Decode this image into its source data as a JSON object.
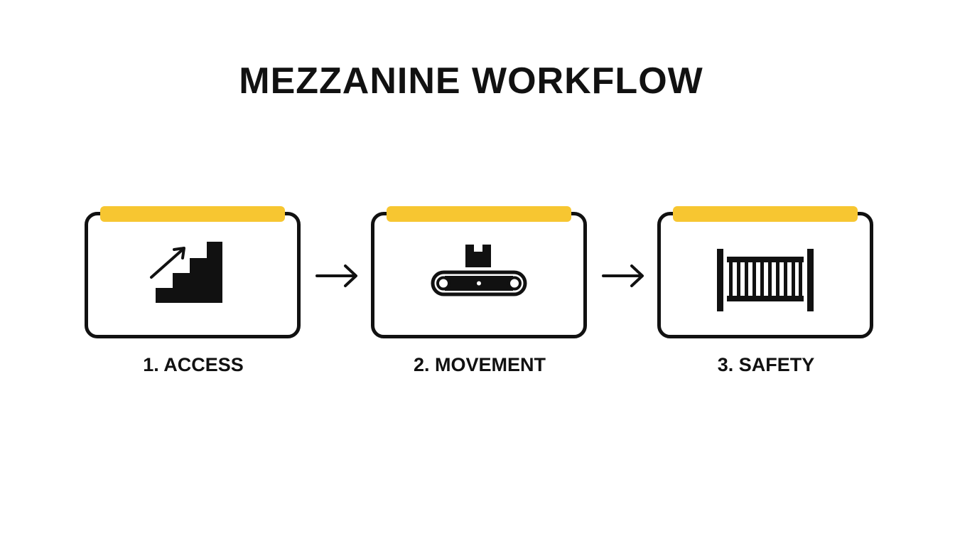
{
  "diagram": {
    "title": "MEZZANINE WORKFLOW",
    "accent_color": "#F7C631",
    "ink_color": "#111111",
    "steps": [
      {
        "label": "1. ACCESS",
        "icon": "stairs-up-icon"
      },
      {
        "label": "2. MOVEMENT",
        "icon": "conveyor-belt-icon"
      },
      {
        "label": "3. SAFETY",
        "icon": "safety-railing-icon"
      }
    ],
    "connectors": [
      {
        "from": "1. ACCESS",
        "to": "2. MOVEMENT",
        "icon": "arrow-right-icon"
      },
      {
        "from": "2. MOVEMENT",
        "to": "3. SAFETY",
        "icon": "arrow-right-icon"
      }
    ]
  }
}
